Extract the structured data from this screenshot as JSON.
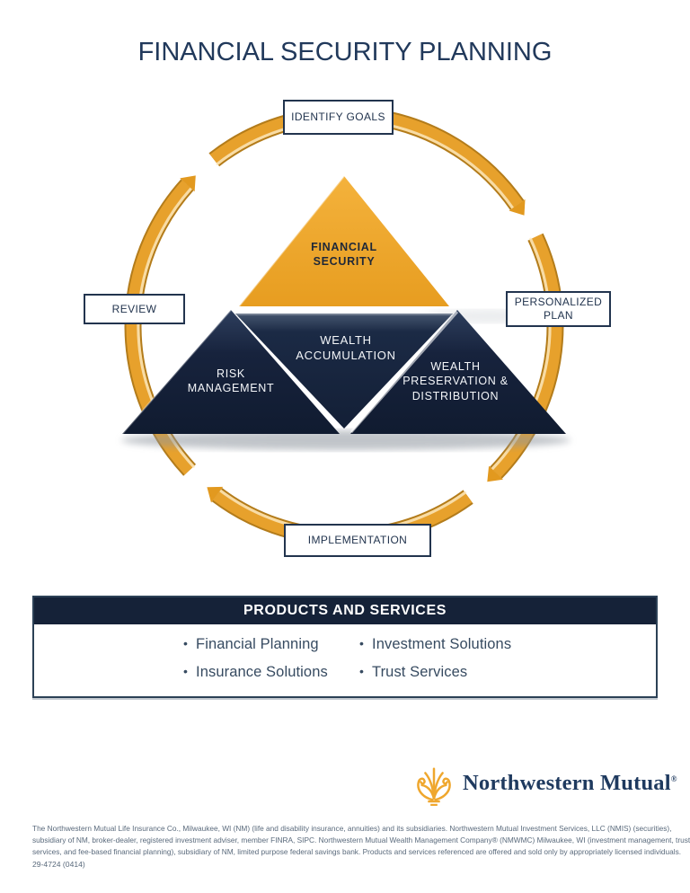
{
  "title": "FINANCIAL SECURITY PLANNING",
  "cycle": {
    "top": "IDENTIFY GOALS",
    "right": "PERSONALIZED PLAN",
    "bottom": "IMPLEMENTATION",
    "left": "REVIEW"
  },
  "pyramid": {
    "top": "FINANCIAL SECURITY",
    "middle": "WEALTH ACCUMULATION",
    "bottom_left": "RISK MANAGEMENT",
    "bottom_right": "WEALTH PRESERVATION & DISTRIBUTION"
  },
  "products": {
    "title": "PRODUCTS AND SERVICES",
    "items": [
      "Financial Planning",
      "Insurance Solutions",
      "Investment Solutions",
      "Trust Services"
    ]
  },
  "logo": {
    "brand": "Northwestern Mutual",
    "registered_mark": "®"
  },
  "footer": {
    "disclaimer_lines": [
      "The Northwestern Mutual Life Insurance Co., Milwaukee, WI (NM) (life and disability insurance, annuities) and its subsidiaries. Northwestern Mutual Investment Services, LLC (NMIS) (securities),",
      "subsidiary of NM, broker-dealer, registered investment adviser, member FINRA, SIPC. Northwestern Mutual Wealth Management Company® (NMWMC) Milwaukee, WI (investment management, trust",
      "services, and fee-based financial planning), subsidiary of NM, limited purpose federal savings bank. Products and services referenced are offered and sold only by appropriately licensed individuals."
    ],
    "form_number": "29-4724 (0414)"
  },
  "colors": {
    "gold": "#EEA62F",
    "navy": "#1B2B45",
    "border_navy": "#22344E",
    "title_navy": "#21395B"
  }
}
